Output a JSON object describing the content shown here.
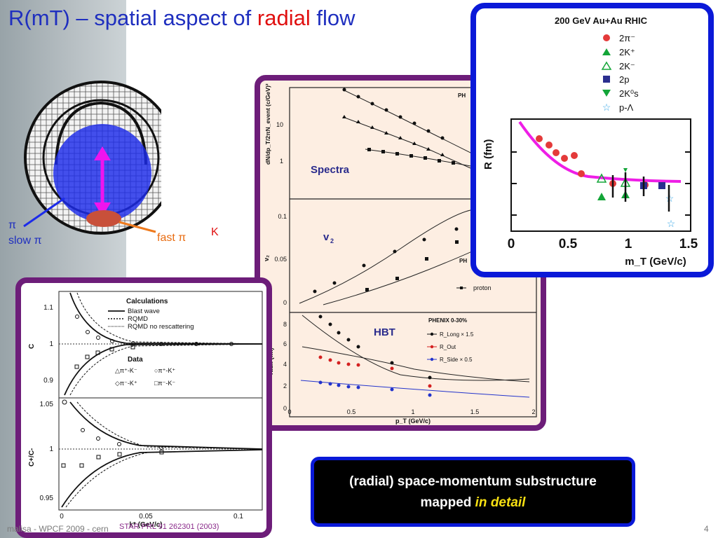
{
  "title": {
    "part1": "R(mT) – spatial aspect of ",
    "highlight": "radial",
    "part3": " flow"
  },
  "source_labels": {
    "pi": "π",
    "slow_pi": "slow π",
    "fast_pi": "fast π",
    "k": "K"
  },
  "spectra_plot": {
    "ylabel_top": "dN/dp_T/2πN_event (c/GeV)²",
    "label_spectra": "Spectra",
    "label_v2": "v",
    "label_v2_sub": "2",
    "ylabel_v2": "v₂",
    "legend_ph1": "PH",
    "legend_ph2": "PH",
    "legend_proton": "proton",
    "hbt_legend_title": "PHENIX 0-30%",
    "hbt_rlong": "R_Long × 1.5",
    "hbt_rout": "R_Out",
    "hbt_rside": "R_Side × 0.5",
    "label_hbt": "HBT",
    "ylabel_hbt": "radii (fm)",
    "xlabel": "p_T (GeV/c)",
    "yticks_top": [
      "10",
      "1"
    ],
    "yticks_v2": [
      "0.1",
      "0.05",
      "0"
    ],
    "yticks_hbt": [
      "8",
      "6",
      "4",
      "2",
      "0"
    ],
    "xticks": [
      "0",
      "0.5",
      "1",
      "1.5",
      "2"
    ]
  },
  "blast_plot": {
    "legend_title": "Calculations",
    "legend_blast": "Blast wave",
    "legend_rqmd": "RQMD",
    "legend_rqmd_norescat": "RQMD no rescattering",
    "data_title": "Data",
    "data_1": "△π⁺-K⁻",
    "data_2": "○π⁺-K⁺",
    "data_3": "◇π⁻-K⁺",
    "data_4": "□π⁻-K⁻",
    "ylabel_top": "C",
    "ylabel_bottom": "C+/C-",
    "yticks_top": [
      "1.1",
      "1",
      "0.9"
    ],
    "yticks_bottom": [
      "1.05",
      "1",
      "0.95"
    ],
    "xticks": [
      "0",
      "0.05",
      "0.1"
    ],
    "xlabel": "k* (GeV/c)"
  },
  "hbt_rhic_plot": {
    "title": "200 GeV Au+Au RHIC",
    "legend": [
      "2π⁻",
      "2K⁺",
      "2K⁻",
      "2p",
      "2K⁰s",
      "p-Λ"
    ],
    "ylabel": "R (fm)",
    "xticks": [
      "0",
      "0.5",
      "1",
      "1.5"
    ],
    "xlabel": "m_T (GeV/c)",
    "colors": {
      "pion": "#e43a3a",
      "kplus": "#13a538",
      "proton": "#2b2f8f",
      "lambda": "#3ba8e6",
      "fit": "#ee1ee6"
    }
  },
  "callout": {
    "line1": "(radial) space-momentum substructure",
    "line2_pre": "mapped ",
    "line2_em": "in detail"
  },
  "footer": {
    "left": "malisa - WPCF 2009 - cern",
    "ref": "STAR PRL 91 262301 (2003)",
    "page": "4"
  }
}
